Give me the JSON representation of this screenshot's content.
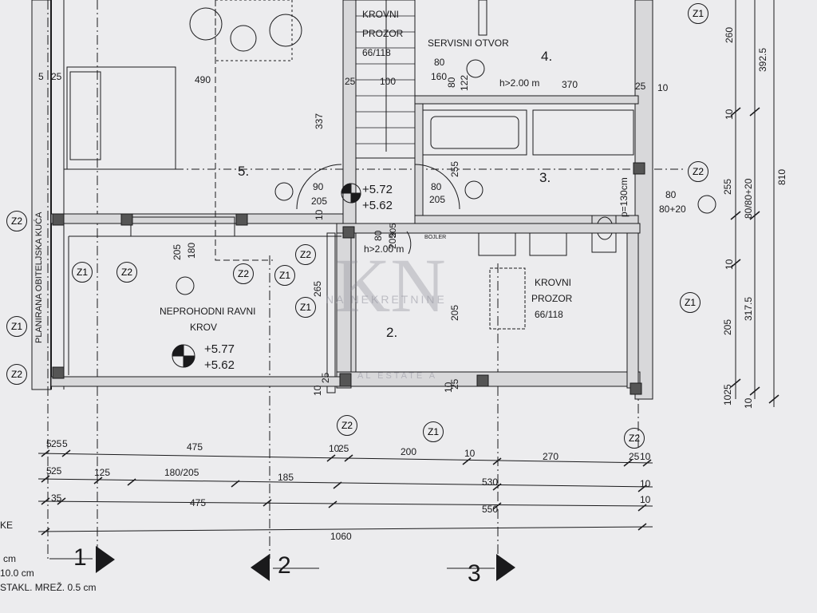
{
  "rooms": [
    {
      "id": "r2",
      "label": "2."
    },
    {
      "id": "r3",
      "label": "3."
    },
    {
      "id": "r4",
      "label": "4."
    },
    {
      "id": "r5",
      "label": "5."
    }
  ],
  "notes": {
    "krovni_prozor_1": [
      "KROVNI",
      "PROZOR",
      "66/118"
    ],
    "krovni_prozor_2": [
      "KROVNI",
      "PROZOR",
      "66/118"
    ],
    "servisni_otvor": "SERVISNI OTVOR",
    "servisni_dims": [
      "80",
      "160"
    ],
    "neprohodni": [
      "NEPROHODNI RAVNI",
      "KROV"
    ],
    "planirana": "PLANIRANA OBITELJSKA KUĆA",
    "h200_top": "h>2.00 m",
    "h200_mid": "h>2.00 m",
    "p130": "p=130cm",
    "boiler": "BOJLER",
    "stakl": "STAKL. MREŽ. 0.5 cm",
    "cm10": "10.0 cm",
    "cm": "cm",
    "ke": "KE"
  },
  "elevations": {
    "stair": [
      "+5.72",
      "+5.62"
    ],
    "roof": [
      "+5.77",
      "+5.62"
    ]
  },
  "door_labels": {
    "d1": [
      "90",
      "205"
    ],
    "d2": [
      "80",
      "205"
    ],
    "d3": [
      "80",
      "80+20"
    ],
    "d4": [
      "80",
      "205"
    ],
    "d5": [
      "80",
      "122"
    ]
  },
  "axis_tags": [
    "Z1",
    "Z2"
  ],
  "grid_labels": [
    "1",
    "2",
    "3"
  ],
  "dims_plan": {
    "d490": "490",
    "d25a": "25",
    "d100": "100",
    "d370": "370",
    "d25b": "25",
    "d10a": "10",
    "d337": "337",
    "d255a": "255",
    "d180": "180",
    "d205a": "205",
    "d265": "265",
    "d205b": "205",
    "d10b": "10",
    "d25c": "25",
    "d10c": "10",
    "d25d": "25",
    "d5": "5",
    "d25e": "25",
    "d205c": "205",
    "d10d": "10"
  },
  "dims_right": [
    "260",
    "392.5",
    "10",
    "810",
    "255",
    "80/80+20",
    "10",
    "205",
    "317.5",
    "1025",
    "10"
  ],
  "dims_bottom": {
    "row1": [
      "5",
      "25",
      "5",
      "475",
      "10",
      "25",
      "200",
      "10",
      "270",
      "25",
      "10"
    ],
    "row2": [
      "5",
      "25",
      "125",
      "180/205",
      "185",
      "530",
      "10"
    ],
    "row3": [
      "35",
      "475",
      "550",
      "10"
    ],
    "row4": [
      "1060"
    ]
  },
  "watermark": {
    "mono": "KN",
    "text": "NA NEKRETNINE",
    "sub": "AL ESTATE A"
  }
}
